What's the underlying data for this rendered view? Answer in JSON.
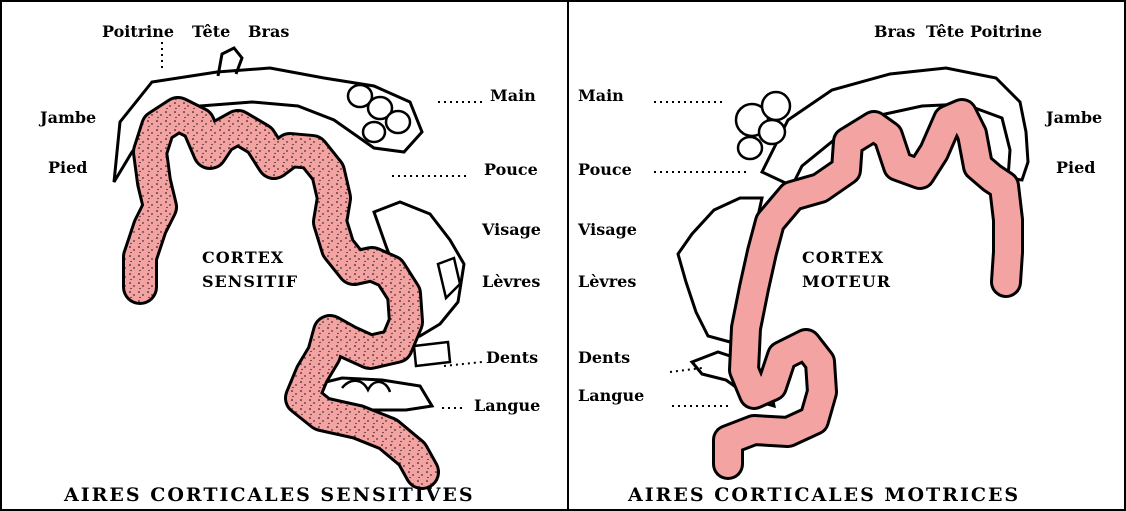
{
  "colors": {
    "cortex_fill": "#f4a3a3",
    "outline": "#000000",
    "background": "#ffffff"
  },
  "sensory": {
    "top_labels": {
      "chest": "Poitrine",
      "head": "Tête",
      "arm": "Bras"
    },
    "side_labels": {
      "leg": "Jambe",
      "foot": "Pied"
    },
    "right_labels": {
      "hand": "Main",
      "thumb": "Pouce",
      "face": "Visage",
      "lips": "Lèvres",
      "teeth": "Dents",
      "tongue": "Langue"
    },
    "cortex_line1": "CORTEX",
    "cortex_line2": "SENSITIF",
    "caption": "AIRES CORTICALES SENSITIVES"
  },
  "motor": {
    "top_labels": {
      "arm": "Bras",
      "head": "Tête",
      "chest": "Poitrine"
    },
    "side_labels": {
      "leg": "Jambe",
      "foot": "Pied"
    },
    "left_labels": {
      "hand": "Main",
      "thumb": "Pouce",
      "face": "Visage",
      "lips": "Lèvres",
      "teeth": "Dents",
      "tongue": "Langue"
    },
    "cortex_line1": "CORTEX",
    "cortex_line2": "MOTEUR",
    "caption": "AIRES CORTICALES MOTRICES"
  }
}
